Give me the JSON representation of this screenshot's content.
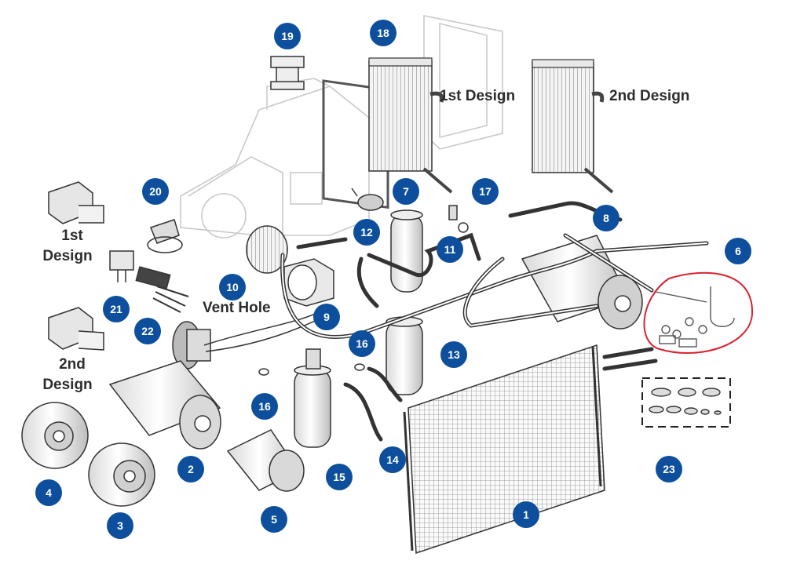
{
  "diagram": {
    "callout_color": "#0d4f9c",
    "highlight_color": "#d9232e",
    "labels": {
      "evap_1st_design": "1st Design",
      "evap_2nd_design": "2nd Design",
      "relay_1st_design": "1st Design",
      "relay_2nd_design": "2nd Design",
      "vent_hole": "Vent Hole"
    },
    "callouts": [
      {
        "id": "c1",
        "number": "1"
      },
      {
        "id": "c2",
        "number": "2"
      },
      {
        "id": "c3",
        "number": "3"
      },
      {
        "id": "c4",
        "number": "4"
      },
      {
        "id": "c5",
        "number": "5"
      },
      {
        "id": "c6",
        "number": "6"
      },
      {
        "id": "c7",
        "number": "7"
      },
      {
        "id": "c8",
        "number": "8"
      },
      {
        "id": "c9",
        "number": "9"
      },
      {
        "id": "c10",
        "number": "10"
      },
      {
        "id": "c11",
        "number": "11"
      },
      {
        "id": "c12",
        "number": "12"
      },
      {
        "id": "c13",
        "number": "13"
      },
      {
        "id": "c14",
        "number": "14"
      },
      {
        "id": "c15",
        "number": "15"
      },
      {
        "id": "c16a",
        "number": "16"
      },
      {
        "id": "c16b",
        "number": "16"
      },
      {
        "id": "c17",
        "number": "17"
      },
      {
        "id": "c18",
        "number": "18"
      },
      {
        "id": "c19",
        "number": "19"
      },
      {
        "id": "c20",
        "number": "20"
      },
      {
        "id": "c21",
        "number": "21"
      },
      {
        "id": "c22",
        "number": "22"
      },
      {
        "id": "c23",
        "number": "23"
      }
    ]
  }
}
